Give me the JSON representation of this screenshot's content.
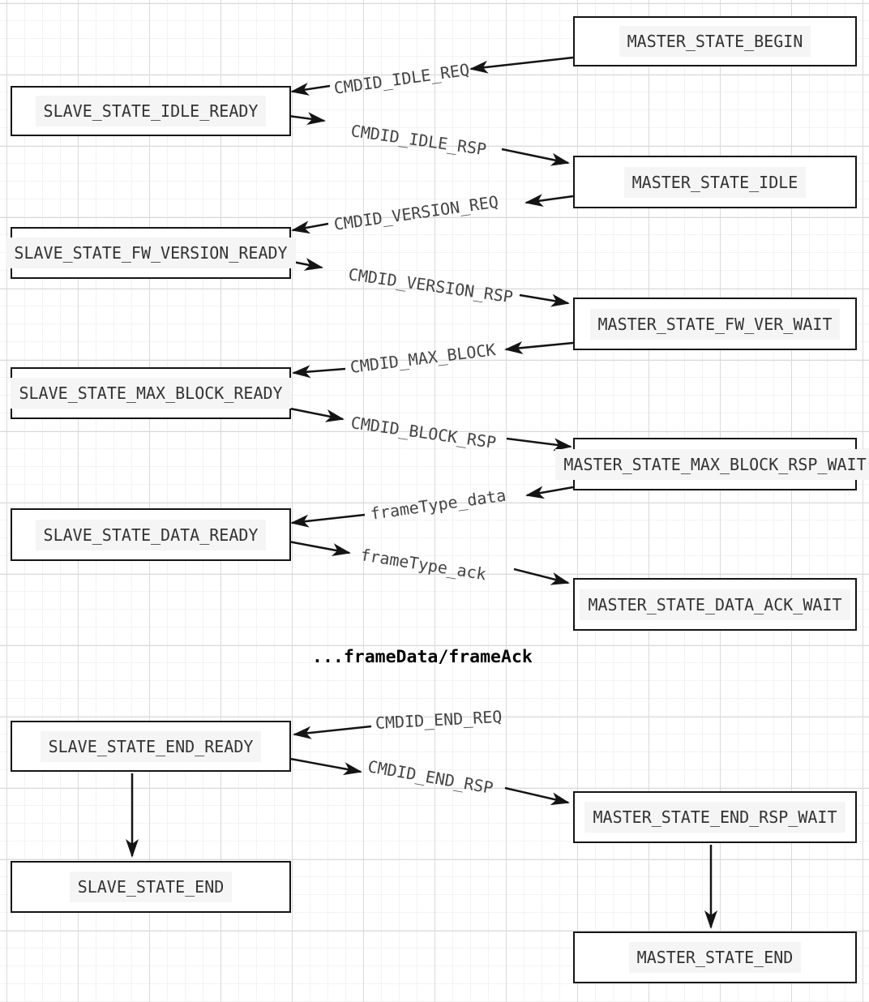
{
  "diagram": {
    "nodes": {
      "master_state_begin": "MASTER_STATE_BEGIN",
      "slave_state_idle_ready": "SLAVE_STATE_IDLE_READY",
      "master_state_idle": "MASTER_STATE_IDLE",
      "slave_state_fw_version_ready": "SLAVE_STATE_FW_VERSION_READY",
      "master_state_fw_ver_wait": "MASTER_STATE_FW_VER_WAIT",
      "slave_state_max_block_ready": "SLAVE_STATE_MAX_BLOCK_READY",
      "master_state_max_block_rsp_wait": "MASTER_STATE_MAX_BLOCK_RSP_WAIT",
      "slave_state_data_ready": "SLAVE_STATE_DATA_READY",
      "master_state_data_ack_wait": "MASTER_STATE_DATA_ACK_WAIT",
      "slave_state_end_ready": "SLAVE_STATE_END_READY",
      "master_state_end_rsp_wait": "MASTER_STATE_END_RSP_WAIT",
      "slave_state_end": "SLAVE_STATE_END",
      "master_state_end": "MASTER_STATE_END"
    },
    "edge_labels": {
      "cmdid_idle_req": "CMDID_IDLE_REQ",
      "cmdid_idle_rsp": "CMDID_IDLE_RSP",
      "cmdid_version_req": "CMDID_VERSION_REQ",
      "cmdid_version_rsp": "CMDID_VERSION_RSP",
      "cmdid_max_block": "CMDID_MAX_BLOCK",
      "cmdid_block_rsp": "CMDID_BLOCK_RSP",
      "frametype_data": "frameType_data",
      "frametype_ack": "frameType_ack",
      "cmdid_end_req": "CMDID_END_REQ",
      "cmdid_end_rsp": "CMDID_END_RSP"
    },
    "note": "...frameData/frameAck",
    "colors": {
      "background": "#ffffff",
      "grid_minor": "#f3f3f3",
      "grid_major": "#dadada",
      "node_border": "#151515",
      "node_fill": "#ffffff",
      "node_label_background": "#f5f5f5",
      "node_text": "#333333",
      "edge_text": "#444444",
      "arrow": "#141414",
      "note_text": "#000000"
    }
  }
}
